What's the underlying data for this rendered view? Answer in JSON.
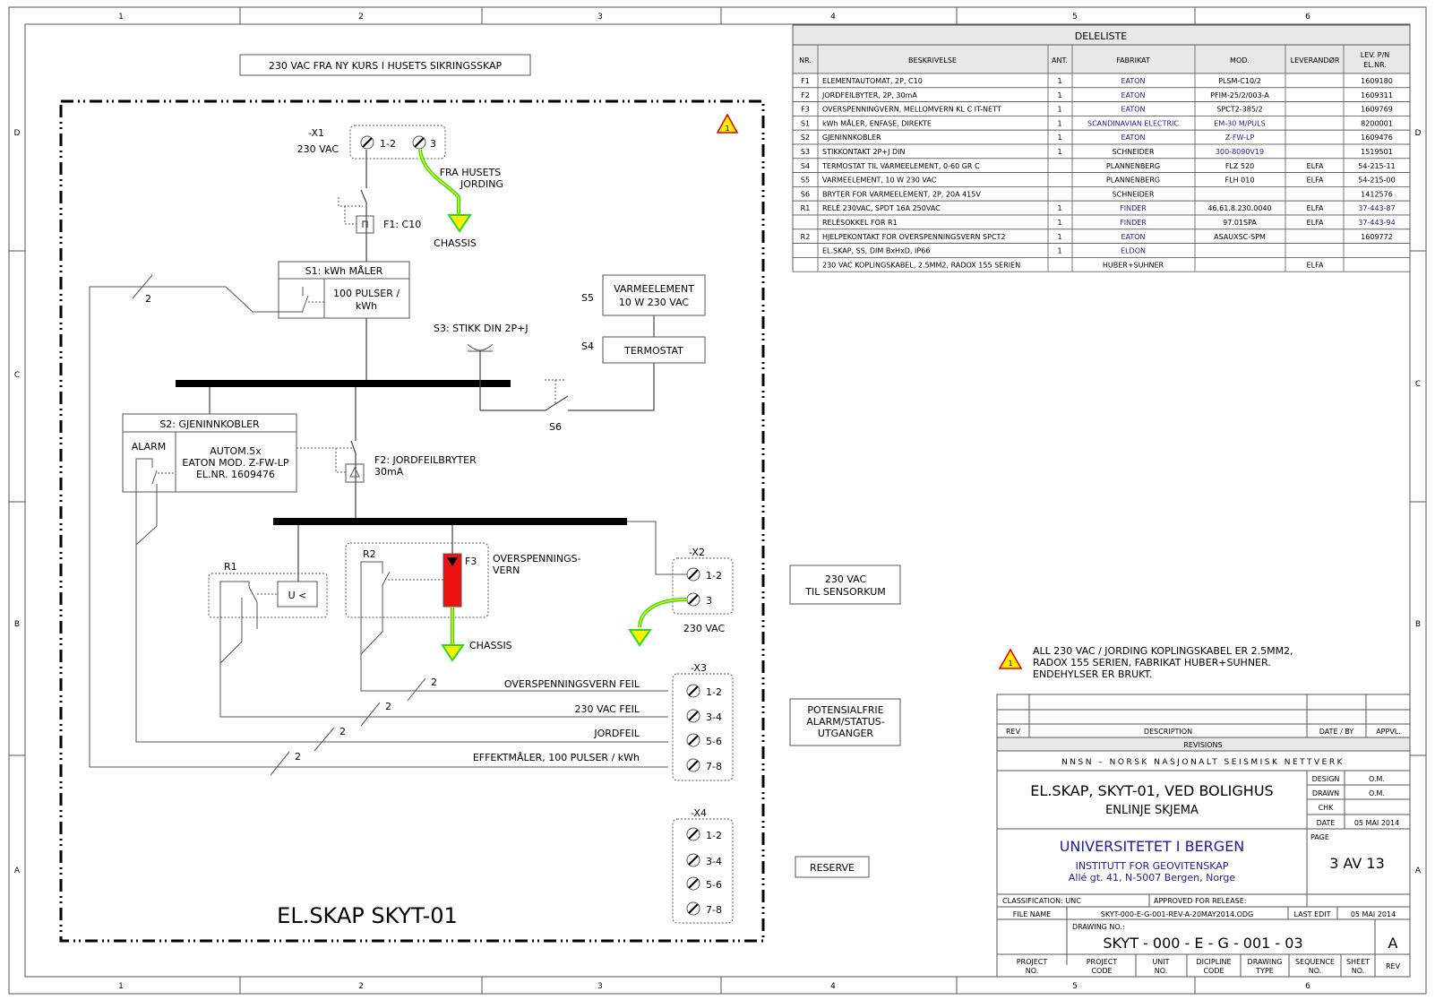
{
  "border": {
    "columns": [
      "1",
      "2",
      "3",
      "4",
      "5",
      "6"
    ],
    "rows": [
      "D",
      "C",
      "B",
      "A"
    ]
  },
  "schematic": {
    "supply_label": "230 VAC FRA NY KURS I HUSETS SIKRINGSSKAP",
    "cabinet_title": "EL.SKAP SKYT-01",
    "x1": {
      "name": "-X1",
      "voltage": "230 VAC",
      "terminals": [
        "1-2",
        "3"
      ]
    },
    "ground_source": {
      "line1": "FRA HUSETS",
      "line2": "JORDING"
    },
    "chassis_label": "CHASSIS",
    "f1_label": "F1: C10",
    "s1": {
      "title": "S1: kWh MÅLER",
      "line1": "100 PULSER /",
      "line2": "kWh"
    },
    "s3_label": "S3: STIKK DIN 2P+J",
    "s4": {
      "tag": "S4",
      "label": "TERMOSTAT"
    },
    "s5": {
      "tag": "S5",
      "line1": "VARMEELEMENT",
      "line2": "10 W  230 VAC"
    },
    "s6_label": "S6",
    "s2": {
      "title": "S2: GJENINNKOBLER",
      "alarm": "ALARM",
      "line1": "AUTOM.5x",
      "line2": "EATON MOD. Z-FW-LP",
      "line3": "EL.NR. 1609476"
    },
    "f2": {
      "line1": "F2: JORDFEILBRYTER",
      "line2": "30mA"
    },
    "r1_label": "R1",
    "r1_coil": "U <",
    "r2_label": "R2",
    "f3": {
      "tag": "F3",
      "line1": "OVERSPENNINGS-",
      "line2": "VERN"
    },
    "x2": {
      "name": "-X2",
      "voltage": "230 VAC",
      "terminals": [
        "1-2",
        "3"
      ]
    },
    "x3": {
      "name": "-X3",
      "terminals": [
        "1-2",
        "3-4",
        "5-6",
        "7-8"
      ]
    },
    "x4": {
      "name": "-X4",
      "terminals": [
        "1-2",
        "3-4",
        "5-6",
        "7-8"
      ]
    },
    "signal_lines": [
      {
        "label": "OVERSPENNINGSVERN FEIL",
        "count": "2"
      },
      {
        "label": "230 VAC FEIL",
        "count": "2"
      },
      {
        "label": "JORDFEIL",
        "count": "2"
      },
      {
        "label": "EFFEKTMÅLER, 100 PULSER / kWh",
        "count": "2"
      }
    ],
    "s1_line_count": "2",
    "ext_sensor": {
      "line1": "230 VAC",
      "line2": "TIL SENSORKUM"
    },
    "ext_alarm": {
      "line1": "POTENSIALFRIE",
      "line2": "ALARM/STATUS-",
      "line3": "UTGANGER"
    },
    "ext_reserve": "RESERVE",
    "rev_marker": "1"
  },
  "parts_list": {
    "title": "DELELISTE",
    "headers": [
      "NR.",
      "BESKRIVELSE",
      "ANT.",
      "FABRIKAT",
      "MOD.",
      "LEVERANDØR",
      "LEV. P/N",
      "EL.NR."
    ],
    "rows": [
      {
        "nr": "F1",
        "desc": "ELEMENTAUTOMAT, 2P, C10",
        "ant": "1",
        "fab": "EATON",
        "mod": "PLSM-C10/2",
        "lev": "",
        "pn": "1609180"
      },
      {
        "nr": "F2",
        "desc": "JORDFEILBYTER, 2P, 30mA",
        "ant": "1",
        "fab": "EATON",
        "mod": "PFIM-25/2/003-A",
        "lev": "",
        "pn": "1609311"
      },
      {
        "nr": "F3",
        "desc": "OVERSPENNINGVERN, MELLOMVERN KL C IT-NETT",
        "ant": "1",
        "fab": "EATON",
        "mod": "SPCT2-385/2",
        "lev": "",
        "pn": "1609769"
      },
      {
        "nr": "S1",
        "desc": "kWh MÅLER, ENFASE, DIREKTE",
        "ant": "1",
        "fab": "SCANDINAVIAN ELECTRIC",
        "mod": "EM-30 M/PULS",
        "lev": "",
        "pn": "8200001"
      },
      {
        "nr": "S2",
        "desc": "GJENINNKOBLER",
        "ant": "1",
        "fab": "EATON",
        "mod": "Z-FW-LP",
        "lev": "",
        "pn": "1609476"
      },
      {
        "nr": "S3",
        "desc": "STIKKONTAKT 2P+J DIN",
        "ant": "1",
        "fab": "SCHNEIDER",
        "mod": "300-8090V19",
        "lev": "",
        "pn": "1519501"
      },
      {
        "nr": "S4",
        "desc": "TERMOSTAT TIL VARMEELEMENT, 0-60 GR C",
        "ant": "",
        "fab": "PLANNENBERG",
        "mod": "FLZ 520",
        "lev": "ELFA",
        "pn": "54-215-11"
      },
      {
        "nr": "S5",
        "desc": "VARMEELEMENT, 10 W  230 VAC",
        "ant": "",
        "fab": "PLANNENBERG",
        "mod": "FLH 010",
        "lev": "ELFA",
        "pn": "54-215-00"
      },
      {
        "nr": "S6",
        "desc": "BRYTER FOR VARMEELEMENT, 2P, 20A 415V",
        "ant": "",
        "fab": "SCHNEIDER",
        "mod": "",
        "lev": "",
        "pn": "1412576"
      },
      {
        "nr": "R1",
        "desc": "RELÉ 230VAC, SPDT 16A 250VAC",
        "ant": "1",
        "fab": "FINDER",
        "mod": "46.61.8.230.0040",
        "lev": "ELFA",
        "pn": "37-443-87"
      },
      {
        "nr": "",
        "desc": "RELÉSOKKEL FOR R1",
        "ant": "1",
        "fab": "FINDER",
        "mod": "97.01SPA",
        "lev": "ELFA",
        "pn": "37-443-94"
      },
      {
        "nr": "R2",
        "desc": "HJELPEKONTAKT FOR OVERSPENNINGSVERN SPCT2",
        "ant": "1",
        "fab": "EATON",
        "mod": "ASAUXSC-SPM",
        "lev": "",
        "pn": "1609772"
      },
      {
        "nr": "",
        "desc": "EL.SKAP, SS, DIM BxHxD, IP66",
        "ant": "1",
        "fab": "ELDON",
        "mod": "",
        "lev": "",
        "pn": ""
      },
      {
        "nr": "",
        "desc": "230 VAC KOPLINGSKABEL, 2.5MM2, RADOX 155 SERIEN",
        "ant": "",
        "fab": "HUBER+SUHNER",
        "mod": "",
        "lev": "ELFA",
        "pn": ""
      }
    ]
  },
  "note": {
    "marker": "1",
    "line1": "ALL 230 VAC / JORDING KOPLINGSKABEL ER 2.5MM2,",
    "line2": "RADOX 155 SERIEN, FABRIKAT HUBER+SUHNER.",
    "line3": "ENDEHYLSER ER BRUKT."
  },
  "title_block": {
    "rev_headers": [
      "REV",
      "DESCRIPTION",
      "DATE / BY",
      "APPVL."
    ],
    "revisions_label": "REVISIONS",
    "org": "NNSN  –  NORSK  NASJONALT  SEISMISK  NETTVERK",
    "title1": "EL.SKAP, SKYT-01, VED BOLIGHUS",
    "title2": "ENLINJE SKJEMA",
    "design_label": "DESIGN",
    "design": "O.M.",
    "drawn_label": "DRAWN",
    "drawn": "O.M.",
    "chk_label": "CHK",
    "chk": "",
    "date_label": "DATE",
    "date": "05 MAI 2014",
    "uni": "UNIVERSITETET I BERGEN",
    "inst": "INSTITUTT FOR GEOVITENSKAP",
    "address": "Allé gt. 41, N-5007 Bergen, Norge",
    "page_label": "PAGE",
    "page": "3 AV 13",
    "classification": "CLASSIFICATION:  UNC",
    "approved": "APPROVED FOR RELEASE:",
    "file_label": "FILE NAME",
    "file": "SKYT-000-E-G-001-REV-A-20MAY2014.ODG",
    "last_edit_label": "LAST EDIT",
    "last_edit": "05 MAI 2014",
    "drawing_no_label": "DRAWING NO.:",
    "drawing_no": "SKYT - 000  -   E   -   G   -  001 - 03",
    "rev": "A",
    "footer": [
      {
        "l1": "PROJECT",
        "l2": "NO."
      },
      {
        "l1": "PROJECT",
        "l2": "CODE"
      },
      {
        "l1": "UNIT",
        "l2": "NO."
      },
      {
        "l1": "DICIPLINE",
        "l2": "CODE"
      },
      {
        "l1": "DRAWING",
        "l2": "TYPE"
      },
      {
        "l1": "SEQUENCE",
        "l2": "NO."
      },
      {
        "l1": "SHEET",
        "l2": "NO."
      },
      {
        "l1": "REV",
        "l2": ""
      }
    ]
  }
}
